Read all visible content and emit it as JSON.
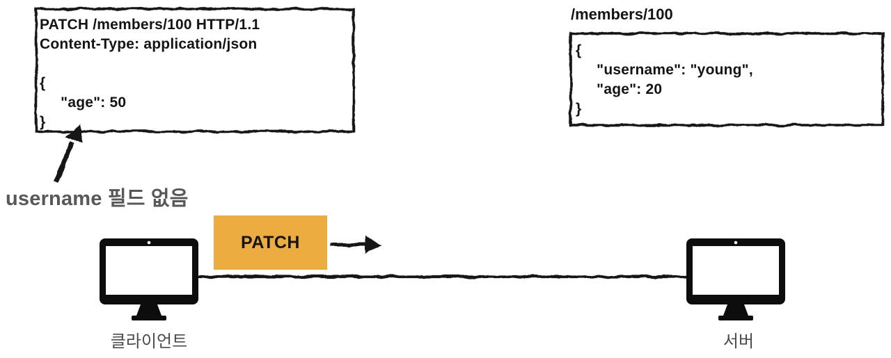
{
  "diagram": {
    "description_label": "HTTP PATCH request flow diagram"
  },
  "request_box": {
    "lines": [
      "PATCH /members/100 HTTP/1.1",
      "Content-Type: application/json",
      "",
      "{",
      "     \"age\": 50",
      "}"
    ]
  },
  "resource": {
    "path": "/members/100",
    "lines": [
      "{",
      "     \"username\": \"young\",",
      "     \"age\": 20",
      "}"
    ]
  },
  "annotation": {
    "text": "username 필드 없음"
  },
  "flow": {
    "method_label": "PATCH"
  },
  "nodes": {
    "client": {
      "label": "클라이언트"
    },
    "server": {
      "label": "서버"
    }
  },
  "colors": {
    "ink": "#141414",
    "annotation_gray": "#58585a",
    "node_label_gray": "#4b4b4d",
    "method_orange": "#EBAC40",
    "background": "#ffffff"
  }
}
